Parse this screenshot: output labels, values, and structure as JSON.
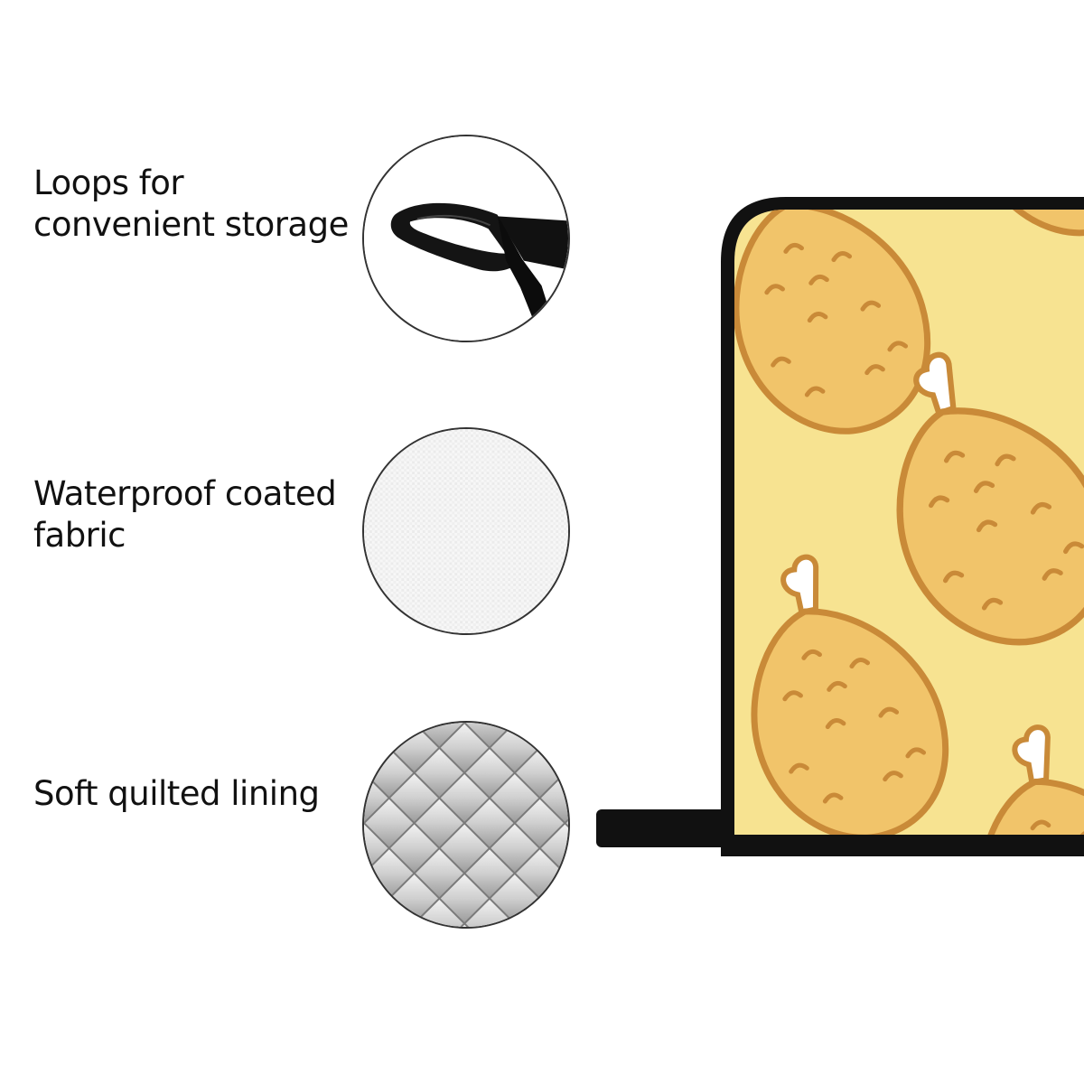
{
  "features": [
    {
      "label": "Loops for\nconvenient storage",
      "icon": "loop-icon"
    },
    {
      "label": "Waterproof coated\nfabric",
      "icon": "fabric-icon"
    },
    {
      "label": "Soft quilted lining",
      "icon": "quilted-lining-icon"
    }
  ],
  "colors": {
    "pad_yellow": "#f7e391",
    "pad_binding": "#111111",
    "drumstick_fill": "#f1c46a",
    "drumstick_outline": "#c98a38",
    "bone": "#ffffff",
    "lining": "#d9d9d9"
  }
}
